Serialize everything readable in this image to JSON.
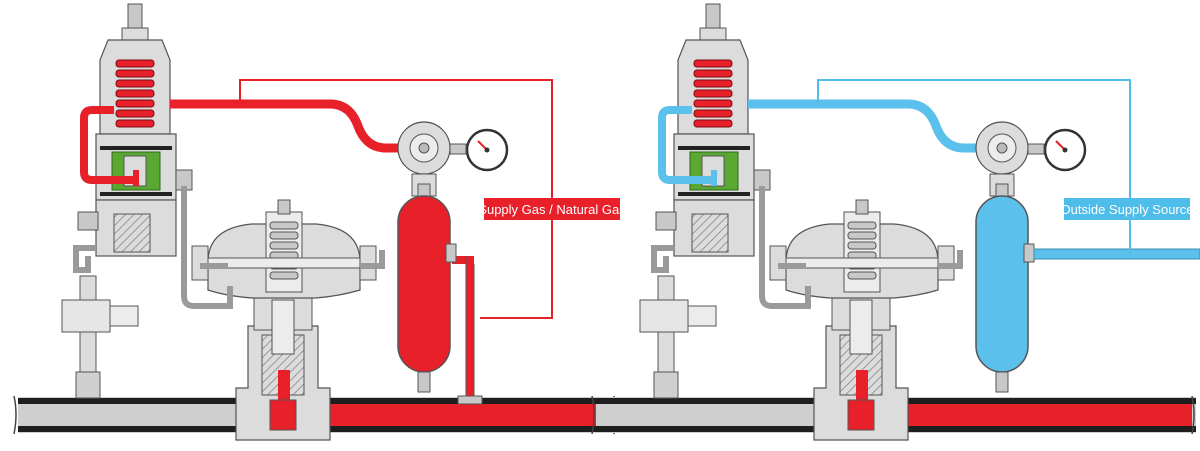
{
  "panels": [
    {
      "id": "natural-gas",
      "callout": {
        "label": "Supply Gas / Natural Gas",
        "color": "#e8202a",
        "text_color": "#ffffff"
      },
      "supply_color": "#e8202a"
    },
    {
      "id": "outside-supply",
      "callout": {
        "label": "Outside Supply Source",
        "color": "#4fbde9",
        "text_color": "#ffffff"
      },
      "supply_color": "#5bc0eb"
    }
  ],
  "colors": {
    "body": "#dcdcdc",
    "outline": "#555555",
    "spring_red": "#e8202a",
    "spring_light": "#d0d0d0",
    "green_part": "#5aa832",
    "pipe_dark": "#1e1e1e",
    "main_flow": "#e8202a"
  }
}
